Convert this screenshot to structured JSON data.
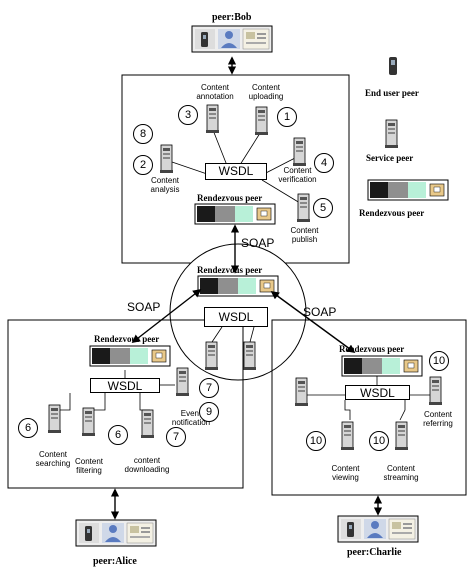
{
  "peers": {
    "bob": "peer:Bob",
    "alice": "peer:Alice",
    "charlie": "peer:Charlie"
  },
  "legend": {
    "end_user": "End user peer",
    "service": "Service peer",
    "rendezvous": "Rendezvous peer"
  },
  "wsdl_label": "WSDL",
  "soap_label": "SOAP",
  "rendezvous_label": "Rendezvous peer",
  "top_group": {
    "services": [
      {
        "number": "3",
        "label": "Content\nannotation"
      },
      {
        "number": "1",
        "label": "Content\nuploading"
      },
      {
        "number": "2",
        "label": "Content\nanalysis"
      },
      {
        "number": "4",
        "label": "Content\nverification"
      },
      {
        "number": "5",
        "label": "Content\npublish"
      }
    ],
    "extra_number": "8"
  },
  "left_group": {
    "services": [
      {
        "number": "6",
        "label": "Content\nsearching"
      },
      {
        "number": "6",
        "label": "Content\nfiltering"
      },
      {
        "number": "7",
        "label": "content\ndownloading"
      },
      {
        "number": "7",
        "label": "Event\nnotification"
      }
    ],
    "extra_number": "9"
  },
  "right_group": {
    "services": [
      {
        "number": "10",
        "label": "Content\nviewing"
      },
      {
        "number": "10",
        "label": "Content\nstreaming"
      },
      {
        "number": "10",
        "label": "Content\nreferring"
      }
    ]
  }
}
